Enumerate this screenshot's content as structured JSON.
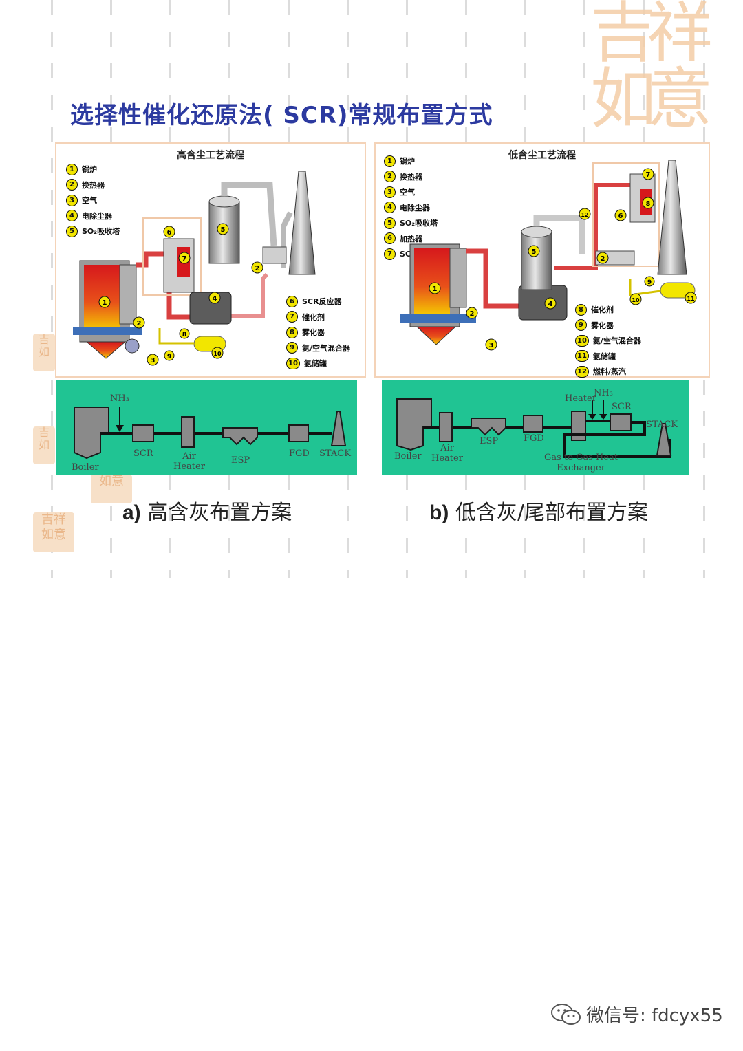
{
  "title": "选择性催化还原法( SCR)常规布置方式",
  "seal_text": "吉祥如意",
  "panel_a": {
    "title": "高含尘工艺流程",
    "legend_top": [
      {
        "n": "1",
        "label": "锅炉"
      },
      {
        "n": "2",
        "label": "换热器"
      },
      {
        "n": "3",
        "label": "空气"
      },
      {
        "n": "4",
        "label": "电除尘器"
      },
      {
        "n": "5",
        "label": "SO₂吸收塔"
      }
    ],
    "legend_bottom": [
      {
        "n": "6",
        "label": "SCR反应器"
      },
      {
        "n": "7",
        "label": "催化剂"
      },
      {
        "n": "8",
        "label": "雾化器"
      },
      {
        "n": "9",
        "label": "氨/空气混合器"
      },
      {
        "n": "10",
        "label": "氨储罐"
      }
    ]
  },
  "panel_b": {
    "title": "低含尘工艺流程",
    "legend_top": [
      {
        "n": "1",
        "label": "锅炉"
      },
      {
        "n": "2",
        "label": "换热器"
      },
      {
        "n": "3",
        "label": "空气"
      },
      {
        "n": "4",
        "label": "电除尘器"
      },
      {
        "n": "5",
        "label": "SO₂吸收塔"
      },
      {
        "n": "6",
        "label": "加热器"
      },
      {
        "n": "7",
        "label": "SCR反应器"
      }
    ],
    "legend_bottom": [
      {
        "n": "8",
        "label": "催化剂"
      },
      {
        "n": "9",
        "label": "雾化器"
      },
      {
        "n": "10",
        "label": "氨/空气混合器"
      },
      {
        "n": "11",
        "label": "氨储罐"
      },
      {
        "n": "12",
        "label": "燃料/蒸汽"
      }
    ]
  },
  "schematic_a": {
    "boiler": "Boiler",
    "nh3": "NH₃",
    "scr": "SCR",
    "air_heater": "Air\nHeater",
    "esp": "ESP",
    "fgd": "FGD",
    "stack": "STACK"
  },
  "schematic_b": {
    "boiler": "Boiler",
    "air_heater": "Air\nHeater",
    "esp": "ESP",
    "fgd": "FGD",
    "heater": "Heater",
    "nh3": "NH₃",
    "scr": "SCR",
    "stack": "STACK",
    "ggh": "Gas to Gas Heat\nExchanger"
  },
  "caption_a": {
    "letter": "a)",
    "text": "高含灰布置方案"
  },
  "caption_b": {
    "letter": "b)",
    "text": "低含灰/尾部布置方案"
  },
  "watermark": "微信号: fdcyx55",
  "colors": {
    "title": "#2c3aa0",
    "schematic_bg": "#20c493",
    "boiler_red": "#d6181c",
    "badge_yellow": "#f2e600",
    "seal": "#f4cda6"
  }
}
